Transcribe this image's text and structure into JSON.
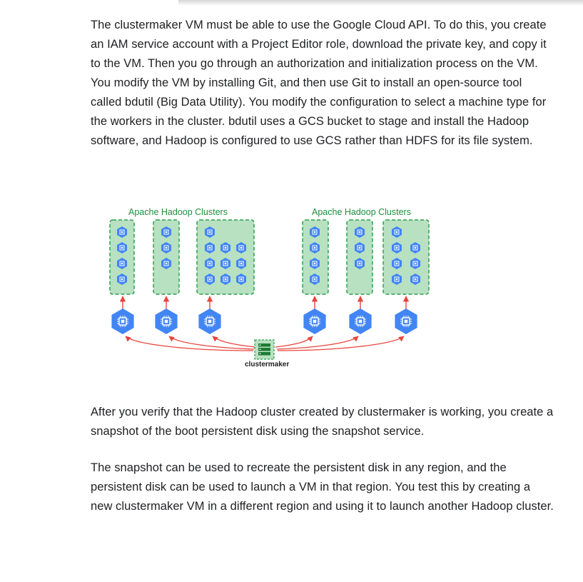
{
  "paragraphs": {
    "intro": "The clustermaker VM must be able to use the Google Cloud API. To do this, you create an IAM service account with a Project Editor role, download the private key, and copy it to the VM. Then you go through an authorization and initialization process on the VM. You modify the VM by installing Git, and then use Git to install an open-source tool called bdutil (Big Data Utility). You modify the configuration to select a machine type for the workers in the cluster. bdutil uses a GCS bucket to stage and install the Hadoop software, and Hadoop is configured to use GCS rather than HDFS for its file system.",
    "verify": "After you verify that the Hadoop cluster created by clustermaker is working, you create a snapshot of the boot persistent disk using the snapshot service.",
    "snapshot": "The snapshot can be used to recreate the persistent disk in any region, and the persistent disk can be used to launch a VM in that region. You test this by creating a new clustermaker VM in a different region and using it to launch another Hadoop cluster."
  },
  "diagram": {
    "left_group_title": "Apache Hadoop Clusters",
    "right_group_title": "Apache Hadoop Clusters",
    "center_label": "clustermaker",
    "colors": {
      "cluster_fill": "#b7e1c1",
      "cluster_border": "#2e9e4f",
      "node_blue": "#4285f4",
      "arrow_red": "#e8453c",
      "title_green": "#1e8e3e"
    },
    "icons": [
      "compute-engine-icon",
      "hadoop-node-icon",
      "clustermaker-server-icon"
    ]
  }
}
